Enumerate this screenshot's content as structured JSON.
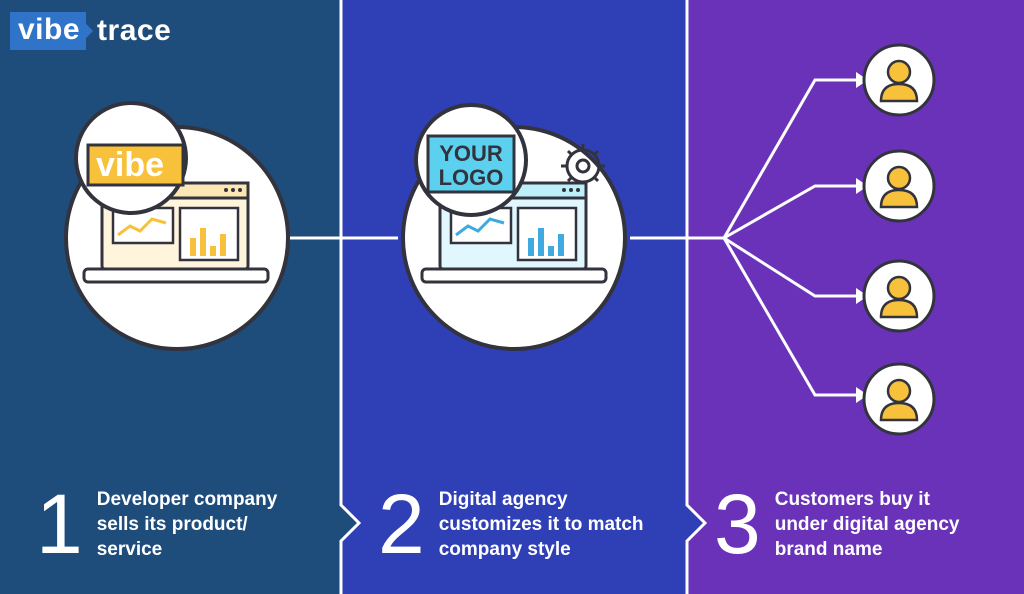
{
  "brand": {
    "part1": "vibe",
    "part2": "trace"
  },
  "colors": {
    "panel1": "#1e4d7b",
    "panel2": "#2f3fb6",
    "panel3": "#6a32b8",
    "accent": "#f7c13b",
    "outline": "#33333d"
  },
  "steps": [
    {
      "number": "1",
      "lines": [
        "Developer company",
        "sells its product/",
        "service"
      ]
    },
    {
      "number": "2",
      "lines": [
        "Digital agency",
        "customizes it to match",
        "company style"
      ]
    },
    {
      "number": "3",
      "lines": [
        "Customers buy it",
        "under digital agency",
        "brand name"
      ]
    }
  ],
  "illustrations": {
    "developer_badge": "vibe",
    "agency_badge": {
      "line1": "YOUR",
      "line2": "LOGO"
    }
  },
  "icons": [
    "laptop-icon",
    "gear-icon",
    "user-icon"
  ]
}
